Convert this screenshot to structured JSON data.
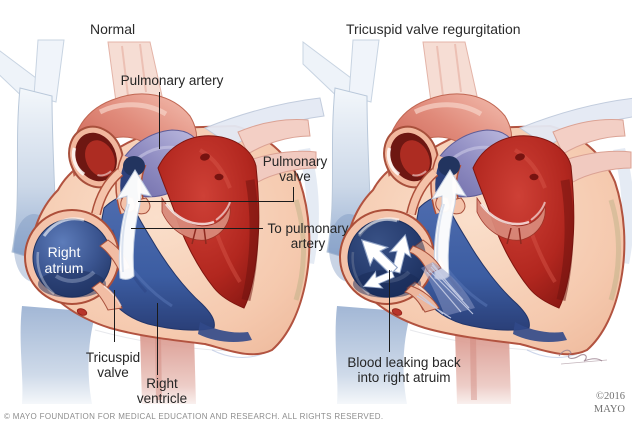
{
  "titles": {
    "normal": "Normal",
    "regurgitation": "Tricuspid valve regurgitation"
  },
  "labels": {
    "pulmonary_artery": {
      "lines": [
        "Pulmonary artery"
      ]
    },
    "pulmonary_valve": {
      "lines": [
        "Pulmonary",
        "valve"
      ]
    },
    "to_pulmonary_artery": {
      "lines": [
        "To pulmonary",
        "artery"
      ]
    },
    "right_atrium": {
      "lines": [
        "Right",
        "atrium"
      ]
    },
    "tricuspid_valve": {
      "lines": [
        "Tricuspid",
        "valve"
      ]
    },
    "right_ventricle": {
      "lines": [
        "Right",
        "ventricle"
      ]
    },
    "blood_leaking_back": {
      "lines": [
        "Blood leaking back",
        "into right atruim"
      ]
    }
  },
  "footer": {
    "copyright": "© MAYO FOUNDATION FOR MEDICAL EDUCATION AND RESEARCH. ALL RIGHTS RESERVED.",
    "credit_year": "©2016",
    "credit_brand": "MAYO"
  },
  "colors": {
    "heart_wall_salmon": "#f4c3aa",
    "wall_outline": "#b25340",
    "venous_blue": "#3c5da2",
    "atrium_blue_dark": "#24386b",
    "oxygenated_red": "#bf332c",
    "pulmonary_trunk_purple": "#8f8cc0",
    "vena_cava_pale_blue": "#c9d6e8",
    "label_text": "#262626",
    "leader_line": "#1b1b1b",
    "footer_gray": "#8d8d8d"
  }
}
